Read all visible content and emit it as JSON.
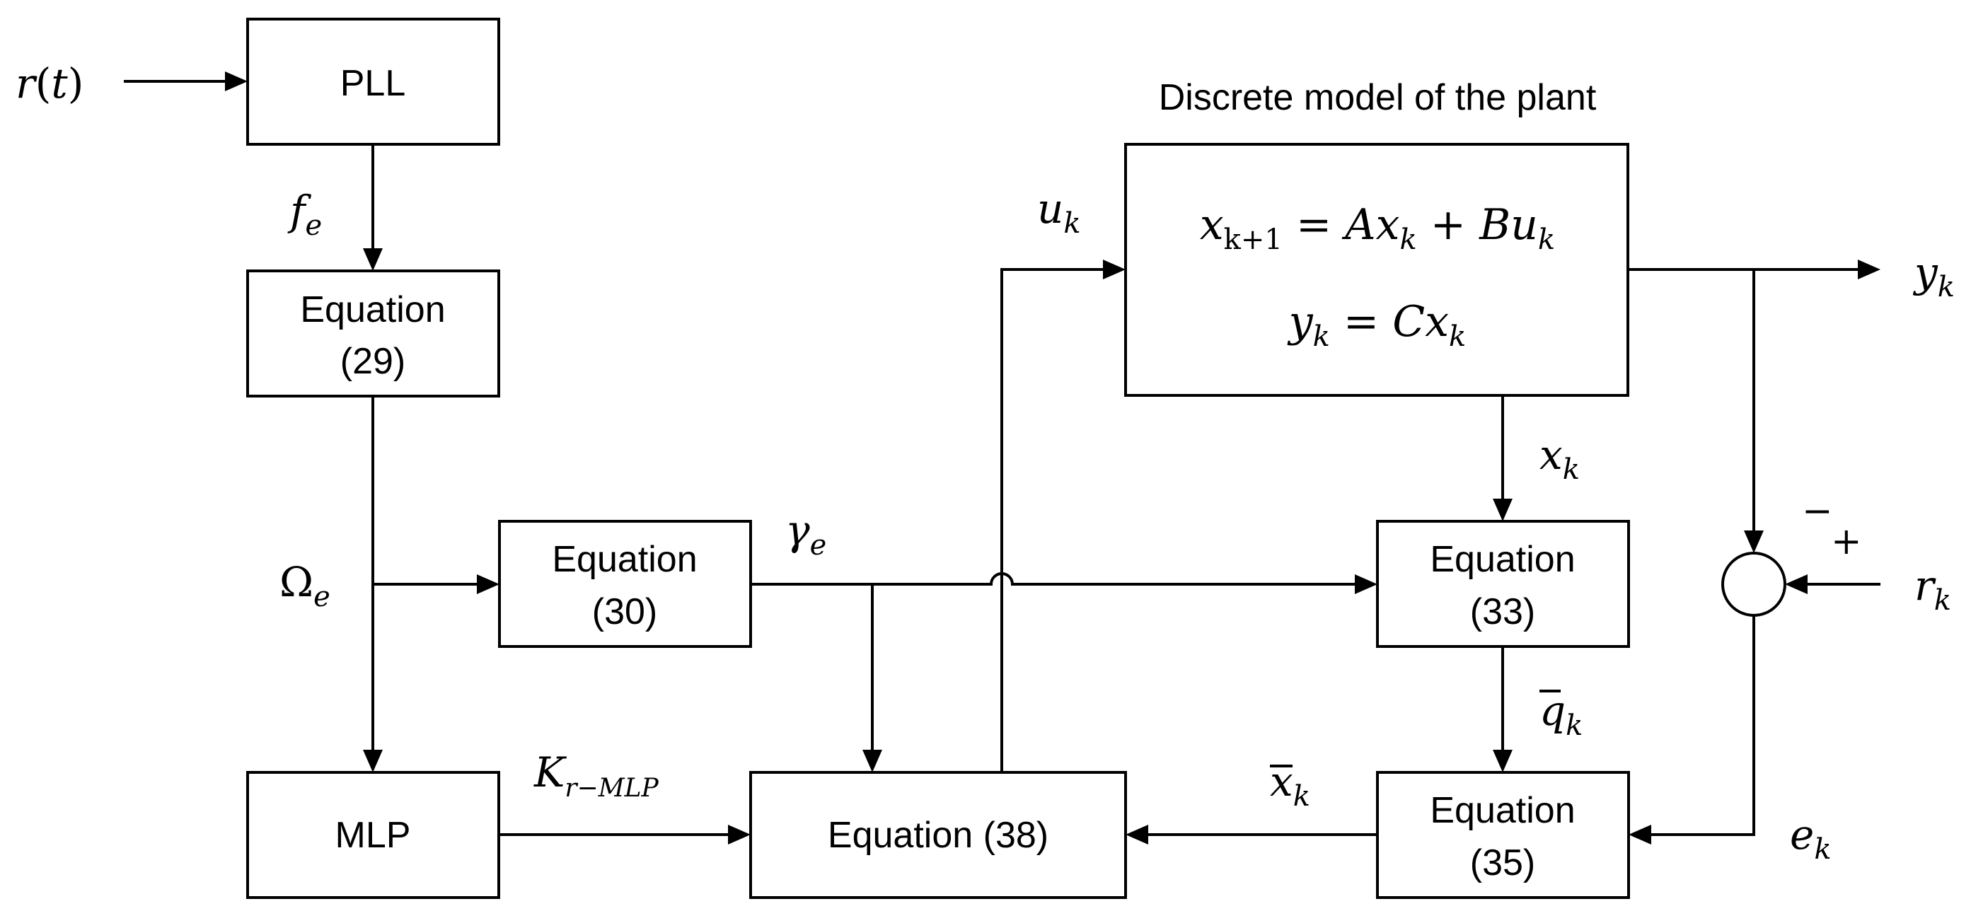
{
  "blocks": {
    "pll": "PLL",
    "eq29_line1": "Equation",
    "eq29_line2": "(29)",
    "eq30_line1": "Equation",
    "eq30_line2": "(30)",
    "mlp": "MLP",
    "eq38": "Equation (38)",
    "eq33_line1": "Equation",
    "eq33_line2": "(33)",
    "eq35_line1": "Equation",
    "eq35_line2": "(35)"
  },
  "plant": {
    "title": "Discrete model of the plant",
    "eq1": {
      "x": "x",
      "x_sub": "k+1",
      "eq": " = ",
      "A": "A",
      "x2": "x",
      "x2_sub": "k",
      "plus": " + ",
      "B": "B",
      "u": "u",
      "u_sub": "k"
    },
    "eq2": {
      "y": "y",
      "y_sub": "k",
      "eq": " = ",
      "C": "C",
      "x": "x",
      "x_sub": "k"
    }
  },
  "signals": {
    "r_t": {
      "sym": "r",
      "paren_open": "(",
      "arg": "t",
      "paren_close": ")"
    },
    "f_e": {
      "sym": "f",
      "sub": "e"
    },
    "omega_e": {
      "sym": "Ω",
      "sub": "e"
    },
    "gamma_e": {
      "sym": "γ",
      "sub": "e"
    },
    "k_r_mlp": {
      "sym": "K",
      "sub": "r−MLP"
    },
    "u_k": {
      "sym": "u",
      "sub": "k"
    },
    "y_k": {
      "sym": "y",
      "sub": "k"
    },
    "x_k": {
      "sym": "x",
      "sub": "k"
    },
    "q_bar_k": {
      "sym": "q",
      "sub": "k"
    },
    "x_bar_k": {
      "sym": "x",
      "sub": "k"
    },
    "r_k": {
      "sym": "r",
      "sub": "k"
    },
    "e_k": {
      "sym": "e",
      "sub": "k"
    }
  },
  "summing_junction": {
    "minus": "−",
    "plus": "+"
  }
}
